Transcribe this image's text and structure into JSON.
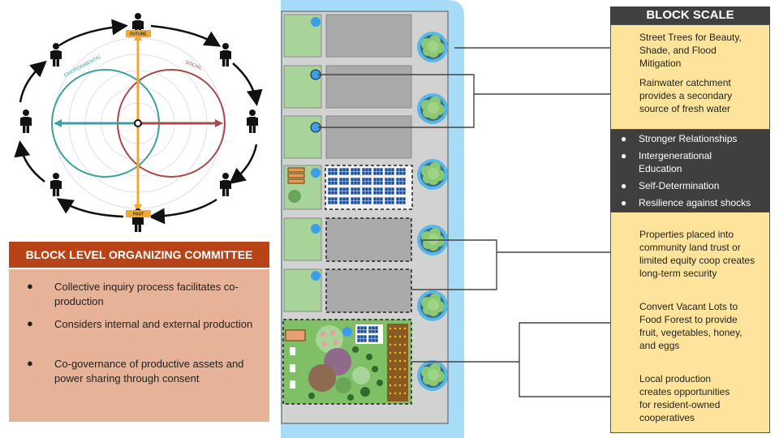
{
  "compass": {
    "future_label": "FUTURE",
    "past_label": "PAST",
    "environmental_label": "ENVIRONMENTAL",
    "social_label": "SOCIAL"
  },
  "committee": {
    "title": "BLOCK LEVEL ORGANIZING COMMITTEE",
    "items": [
      {
        "bullet": "●",
        "text": "Collective inquiry process facilitates co-production"
      },
      {
        "bullet": "●",
        "text": "Considers internal and external production"
      },
      {
        "bullet": "●",
        "text": "Co-governance of productive assets and power sharing through consent"
      }
    ]
  },
  "block_scale": {
    "title": "BLOCK SCALE",
    "notes_top": [
      "Street Trees for Beauty, Shade, and Flood Mitigation",
      "Rainwater catchment provides a secondary source of fresh water"
    ],
    "outcomes": [
      {
        "bullet": "●",
        "text": "Stronger Relationships"
      },
      {
        "bullet": "●",
        "text": "Intergenerational Education"
      },
      {
        "bullet": "●",
        "text": "Self-Determination"
      },
      {
        "bullet": "●",
        "text": "Resilience against shocks"
      }
    ],
    "notes_bottom": [
      "Properties placed into community land trust or limited equity coop creates long-term security",
      "Convert Vacant Lots to Food Forest to provide fruit, vegetables, honey, and eggs",
      "Local production creates opportunities for resident-owned cooperatives"
    ]
  },
  "colors": {
    "environmental": "#3aa0a0",
    "social": "#a84a4a",
    "time_axis": "#f0a830",
    "water": "#a6dcf7",
    "committee_header": "#b84316",
    "committee_body": "#e6b298",
    "note_yellow": "#fde49a",
    "note_dark": "#3f3f3f"
  }
}
